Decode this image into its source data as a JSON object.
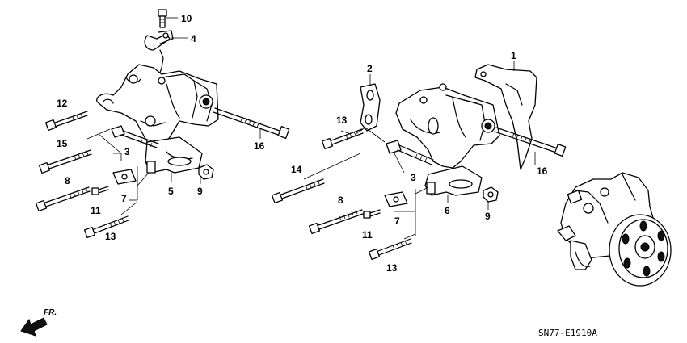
{
  "diagram": {
    "callouts": {
      "c1": "1",
      "c2": "2",
      "c3a": "3",
      "c3b": "3",
      "c4": "4",
      "c5": "5",
      "c6": "6",
      "c7a": "7",
      "c7b": "7",
      "c8a": "8",
      "c8b": "8",
      "c9a": "9",
      "c9b": "9",
      "c10": "10",
      "c11a": "11",
      "c11b": "11",
      "c12": "12",
      "c13a": "13",
      "c13b": "13",
      "c13c": "13",
      "c14": "14",
      "c15": "15",
      "c16a": "16",
      "c16b": "16"
    },
    "direction_label": "FR.",
    "diagram_code": "SN77-E1910A"
  }
}
